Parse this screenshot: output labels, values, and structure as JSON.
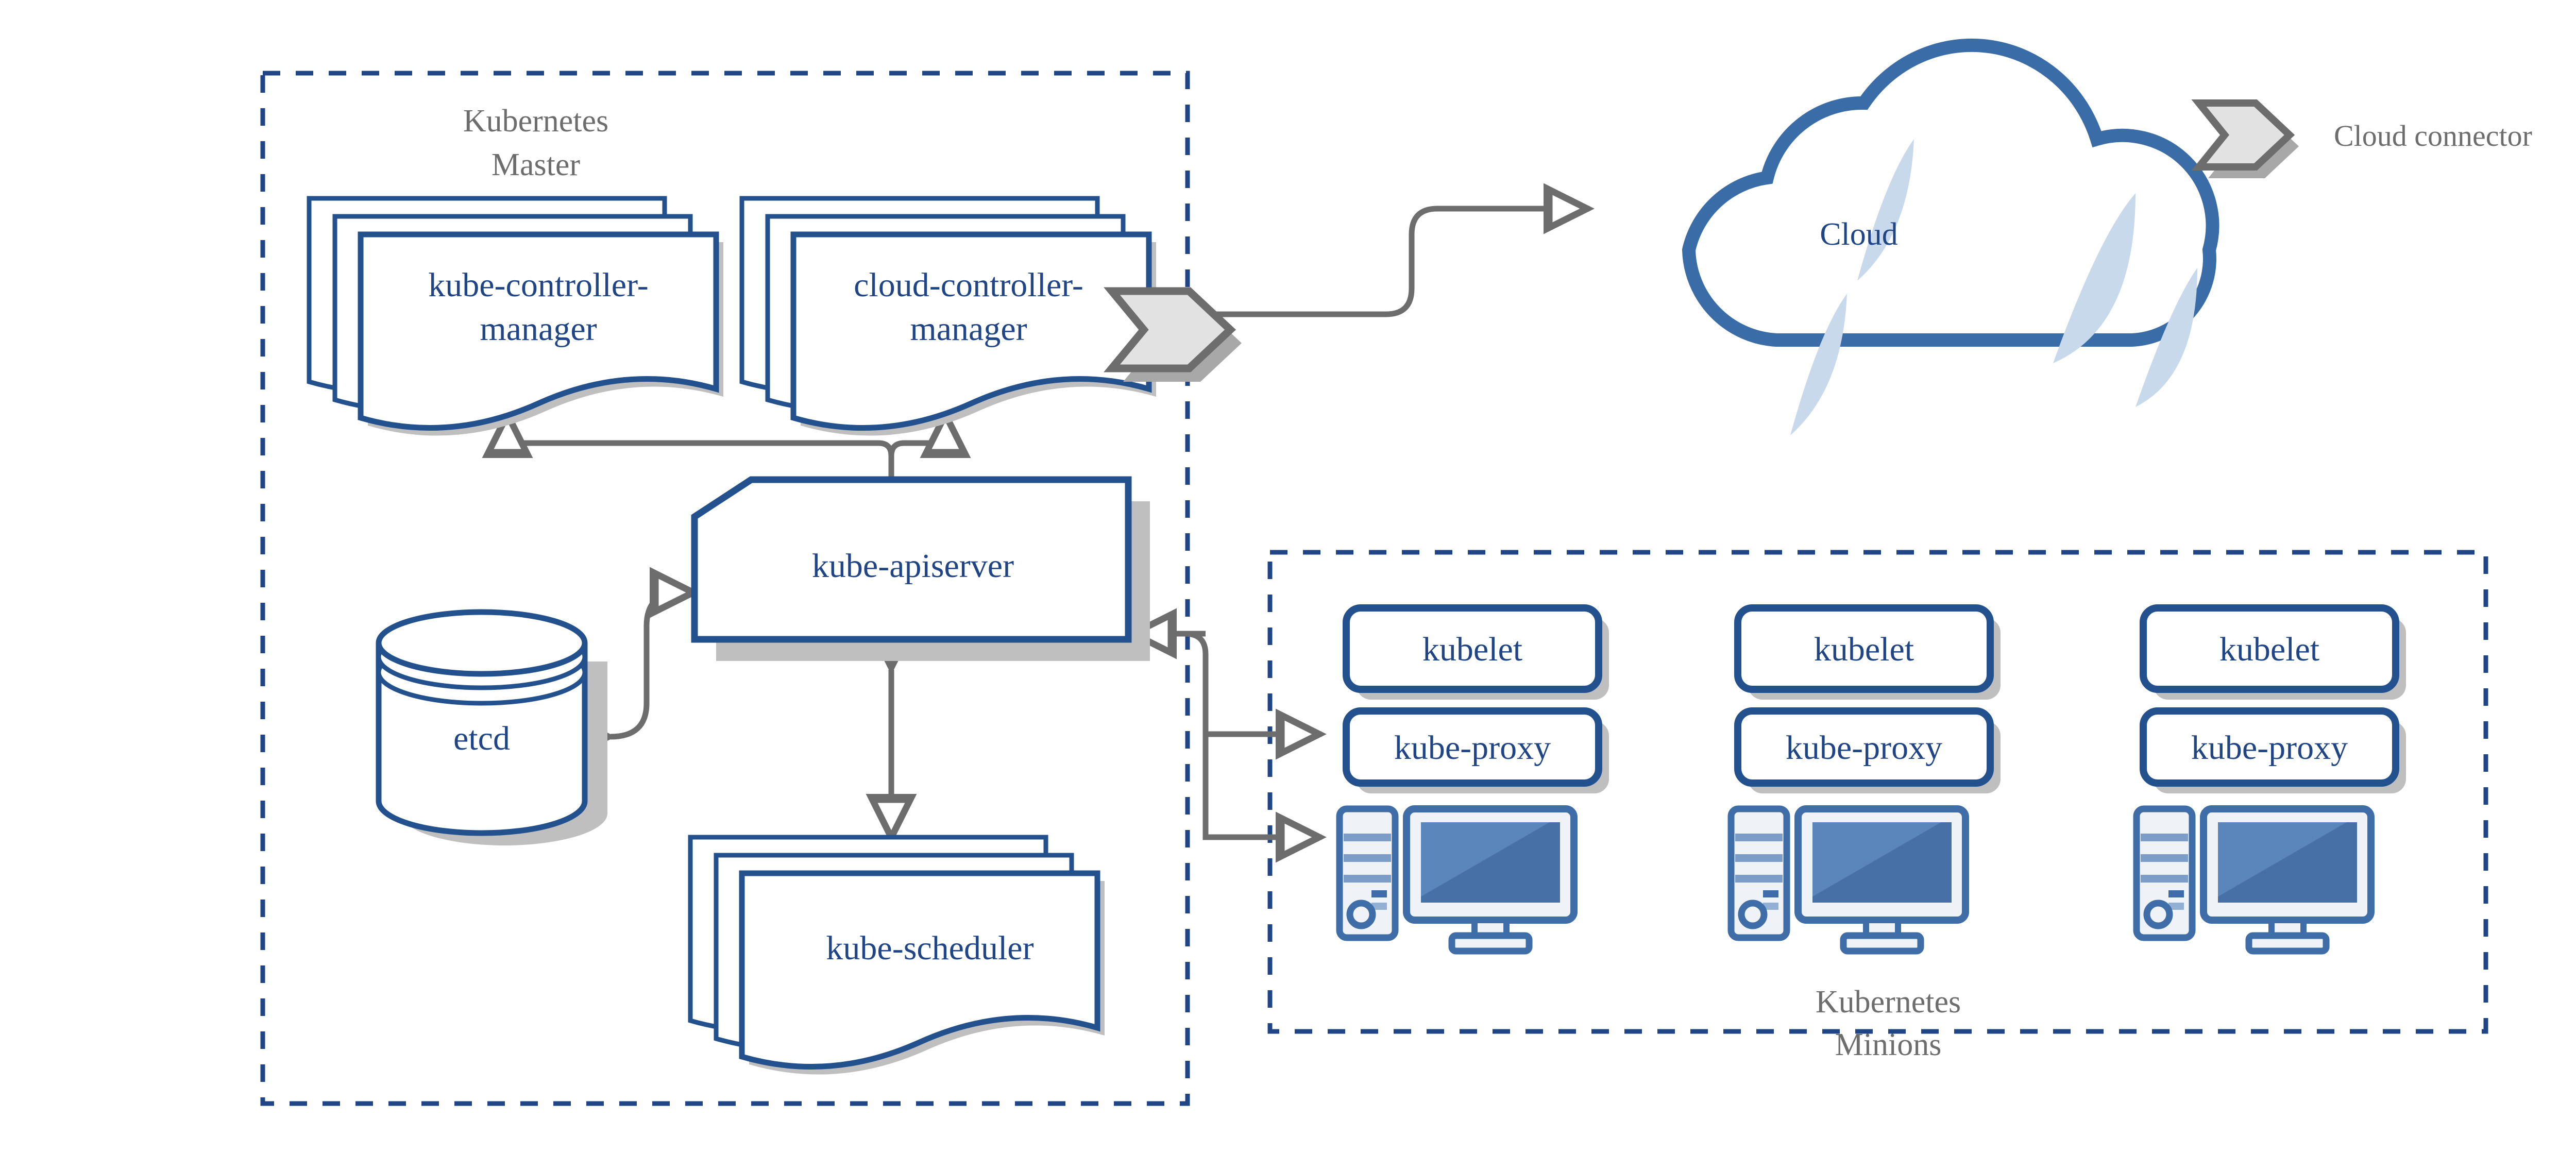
{
  "colors": {
    "navy": "#1F4586",
    "doc_border": "#23518E",
    "cloud_stroke": "#3A6CA8",
    "cloud_accent": "#C8D9EC",
    "arrow_gray": "#6D6D6D",
    "shadow_gray": "#BFBFBF",
    "chevron_fill": "#E2E2E2",
    "chevron_stroke": "#6D6D6D",
    "pc_blue": "#3E6DA8",
    "pc_screen": "#4D79B0",
    "pc_light": "#EFF3F8",
    "label_gray": "#6D6D6D",
    "background": "#FFFFFF"
  },
  "master": {
    "title_line1": "Kubernetes",
    "title_line2": "Master",
    "components": {
      "kube_controller_manager": {
        "label_line1": "kube-controller-",
        "label_line2": "manager",
        "shape": "document-stack"
      },
      "cloud_controller_manager": {
        "label_line1": "cloud-controller-",
        "label_line2": "manager",
        "shape": "document-stack"
      },
      "kube_apiserver": {
        "label": "kube-apiserver",
        "shape": "cut-corner-rectangle"
      },
      "etcd": {
        "label": "etcd",
        "shape": "cylinder"
      },
      "kube_scheduler": {
        "label": "kube-scheduler",
        "shape": "document-stack"
      }
    }
  },
  "cloud": {
    "label": "Cloud",
    "shape": "cloud"
  },
  "minions": {
    "title_line1": "Kubernetes",
    "title_line2": "Minions",
    "nodes": [
      {
        "kubelet": "kubelet",
        "kube_proxy": "kube-proxy",
        "machine": "desktop-computer"
      },
      {
        "kubelet": "kubelet",
        "kube_proxy": "kube-proxy",
        "machine": "desktop-computer"
      },
      {
        "kubelet": "kubelet",
        "kube_proxy": "kube-proxy",
        "machine": "desktop-computer"
      }
    ]
  },
  "legend": {
    "items": [
      {
        "icon": "cloud-connector-icon",
        "label": "Cloud connector"
      }
    ]
  },
  "connectors": [
    {
      "from": "cloud-controller-manager",
      "to": "cloud",
      "style": "solid-arrow",
      "direction": "one-way"
    },
    {
      "from": "kube-apiserver",
      "to": "kube-controller-manager",
      "style": "open-arrow",
      "direction": "one-way"
    },
    {
      "from": "kube-apiserver",
      "to": "cloud-controller-manager",
      "style": "open-arrow",
      "direction": "one-way"
    },
    {
      "from": "etcd",
      "to": "kube-apiserver",
      "style": "open-arrow",
      "direction": "two-way"
    },
    {
      "from": "kube-apiserver",
      "to": "kube-scheduler",
      "style": "open-arrow",
      "direction": "two-way"
    },
    {
      "from": "kube-apiserver",
      "to": "kubelet",
      "style": "open-arrow",
      "direction": "two-way"
    },
    {
      "from": "kube-apiserver",
      "to": "kube-proxy",
      "style": "open-arrow",
      "direction": "one-way"
    }
  ]
}
